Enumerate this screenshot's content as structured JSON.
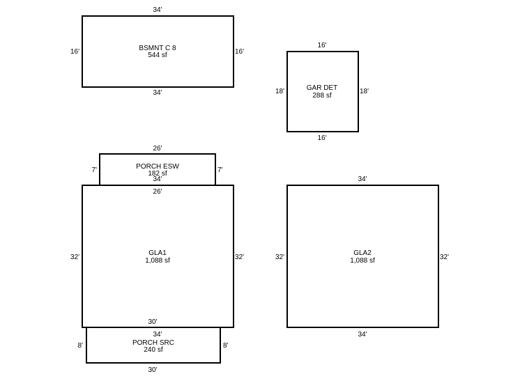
{
  "rooms": {
    "bsmnt": {
      "name": "BSMNT C 8",
      "area": "544 sf",
      "top": "34'",
      "bottom": "34'",
      "left": "16'",
      "right": "16'"
    },
    "gar_det": {
      "name": "GAR DET",
      "area": "288 sf",
      "top": "16'",
      "bottom": "16'",
      "left": "18'",
      "right": "18'"
    },
    "porch_esw": {
      "name": "PORCH ESW",
      "area": "182 sf",
      "top": "26'",
      "bottom": "26'",
      "left": "7'",
      "right": "7'"
    },
    "gla1": {
      "name": "GLA1",
      "area": "1,088 sf",
      "top": "34'",
      "bottom": "34'",
      "left": "32'",
      "right": "32'"
    },
    "porch_src": {
      "name": "PORCH SRC",
      "area": "240 sf",
      "top": "30'",
      "bottom": "30'",
      "left": "8'",
      "right": "8'"
    },
    "gla2": {
      "name": "GLA2",
      "area": "1,088 sf",
      "top": "34'",
      "bottom": "34'",
      "left": "32'",
      "right": "32'"
    }
  }
}
